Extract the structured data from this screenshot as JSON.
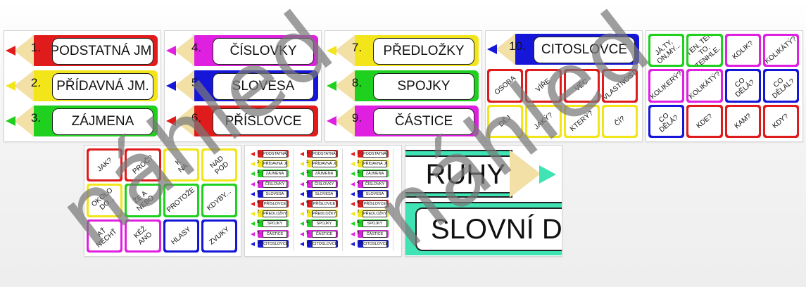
{
  "slide1": {
    "pencils": [
      {
        "num": "1.",
        "label": "PODSTATNÁ JM.",
        "color": "#e01b1b"
      },
      {
        "num": "2.",
        "label": "PŘÍDAVNÁ JM.",
        "color": "#f2e51a"
      },
      {
        "num": "3.",
        "label": "ZÁJMENA",
        "color": "#1fd01f"
      }
    ]
  },
  "slide2": {
    "pencils": [
      {
        "num": "4.",
        "label": "ČÍSLOVKY",
        "color": "#e020e0"
      },
      {
        "num": "5.",
        "label": "SLOVESA",
        "color": "#1616d8"
      },
      {
        "num": "6.",
        "label": "PŘÍSLOVCE",
        "color": "#e01b1b"
      }
    ]
  },
  "slide3": {
    "pencils": [
      {
        "num": "7.",
        "label": "PŘEDLOŽKY",
        "color": "#f2e51a"
      },
      {
        "num": "8.",
        "label": "SPOJKY",
        "color": "#1fd01f"
      },
      {
        "num": "9.",
        "label": "ČÁSTICE",
        "color": "#e020e0"
      }
    ]
  },
  "slide4": {
    "pencil": {
      "num": "10.",
      "label": "CITOSLOVCE",
      "color": "#1616d8"
    },
    "cards": [
      {
        "text": "OSOBA",
        "color": "#e01b1b"
      },
      {
        "text": "VÍŘE",
        "color": "#e01b1b"
      },
      {
        "text": "VĚC",
        "color": "#e01b1b"
      },
      {
        "text": "VLASTNOST",
        "color": "#e01b1b"
      },
      {
        "text": "DĚJ",
        "color": "#f2e51a"
      },
      {
        "text": "JAKÝ?",
        "color": "#f2e51a"
      },
      {
        "text": "KTERÝ?",
        "color": "#f2e51a"
      },
      {
        "text": "ČÍ?",
        "color": "#f2e51a"
      }
    ]
  },
  "slide5": {
    "cards": [
      {
        "text": "JÁ,TY,\nON,MY...",
        "color": "#1fd01f"
      },
      {
        "text": "TEN, TEN TO,\nTENHLE...",
        "color": "#1fd01f"
      },
      {
        "text": "KOLIK?",
        "color": "#e020e0"
      },
      {
        "text": "KOLIKÁTÝ?",
        "color": "#e020e0"
      },
      {
        "text": "KOLIKERÝ?",
        "color": "#e020e0"
      },
      {
        "text": "KOLIKÁTÝ?",
        "color": "#e020e0"
      },
      {
        "text": "CO\nDĚLÁ?",
        "color": "#1616d8"
      },
      {
        "text": "CO\nDĚLAL?",
        "color": "#1616d8"
      },
      {
        "text": "CO\nDĚLÁ?",
        "color": "#1616d8"
      },
      {
        "text": "KDE?",
        "color": "#e01b1b"
      },
      {
        "text": "KAM?",
        "color": "#e01b1b"
      },
      {
        "text": "KDY?",
        "color": "#e01b1b"
      }
    ]
  },
  "slide6": {
    "cards": [
      {
        "text": "JAK?",
        "color": "#e01b1b"
      },
      {
        "text": "PROČ?",
        "color": "#e01b1b"
      },
      {
        "text": "K\nNA",
        "color": "#f2e51a"
      },
      {
        "text": "NAD\nPOD",
        "color": "#f2e51a"
      },
      {
        "text": "OKOLO\nDO...",
        "color": "#f2e51a"
      },
      {
        "text": "ŽE A\nNEBO",
        "color": "#1fd01f"
      },
      {
        "text": "PROTOŽE",
        "color": "#1fd01f"
      },
      {
        "text": "KDYBY...",
        "color": "#1fd01f"
      },
      {
        "text": "AŤ\nNECHŤ",
        "color": "#e020e0"
      },
      {
        "text": "KÉŽ\nANO",
        "color": "#e020e0"
      },
      {
        "text": "HLASY",
        "color": "#1616d8"
      },
      {
        "text": "ZVUKY",
        "color": "#1616d8"
      }
    ]
  },
  "slide7": {
    "rows": [
      {
        "num": "1.",
        "label": "PODSTATNÁ JM.",
        "color": "#e01b1b"
      },
      {
        "num": "2.",
        "label": "PŘÍDAVNÁ JM.",
        "color": "#f2e51a"
      },
      {
        "num": "3.",
        "label": "ZÁJMENA",
        "color": "#1fd01f"
      },
      {
        "num": "4.",
        "label": "ČÍSLOVKY",
        "color": "#e020e0"
      },
      {
        "num": "5.",
        "label": "SLOVESA",
        "color": "#1616d8"
      },
      {
        "num": "6.",
        "label": "PŘÍSLOVCE",
        "color": "#e01b1b"
      },
      {
        "num": "7.",
        "label": "PŘEDLOŽKY",
        "color": "#f2e51a"
      },
      {
        "num": "8.",
        "label": "SPOJKY",
        "color": "#1fd01f"
      },
      {
        "num": "9.",
        "label": "ČÁSTICE",
        "color": "#e020e0"
      },
      {
        "num": "10.",
        "label": "CITOSLOVCE",
        "color": "#1616d8"
      }
    ]
  },
  "slide8": {
    "top_text": "RUHY",
    "bottom_text": "SLOVNÍ D",
    "color": "#3fe3b4"
  },
  "watermark": "náhled"
}
